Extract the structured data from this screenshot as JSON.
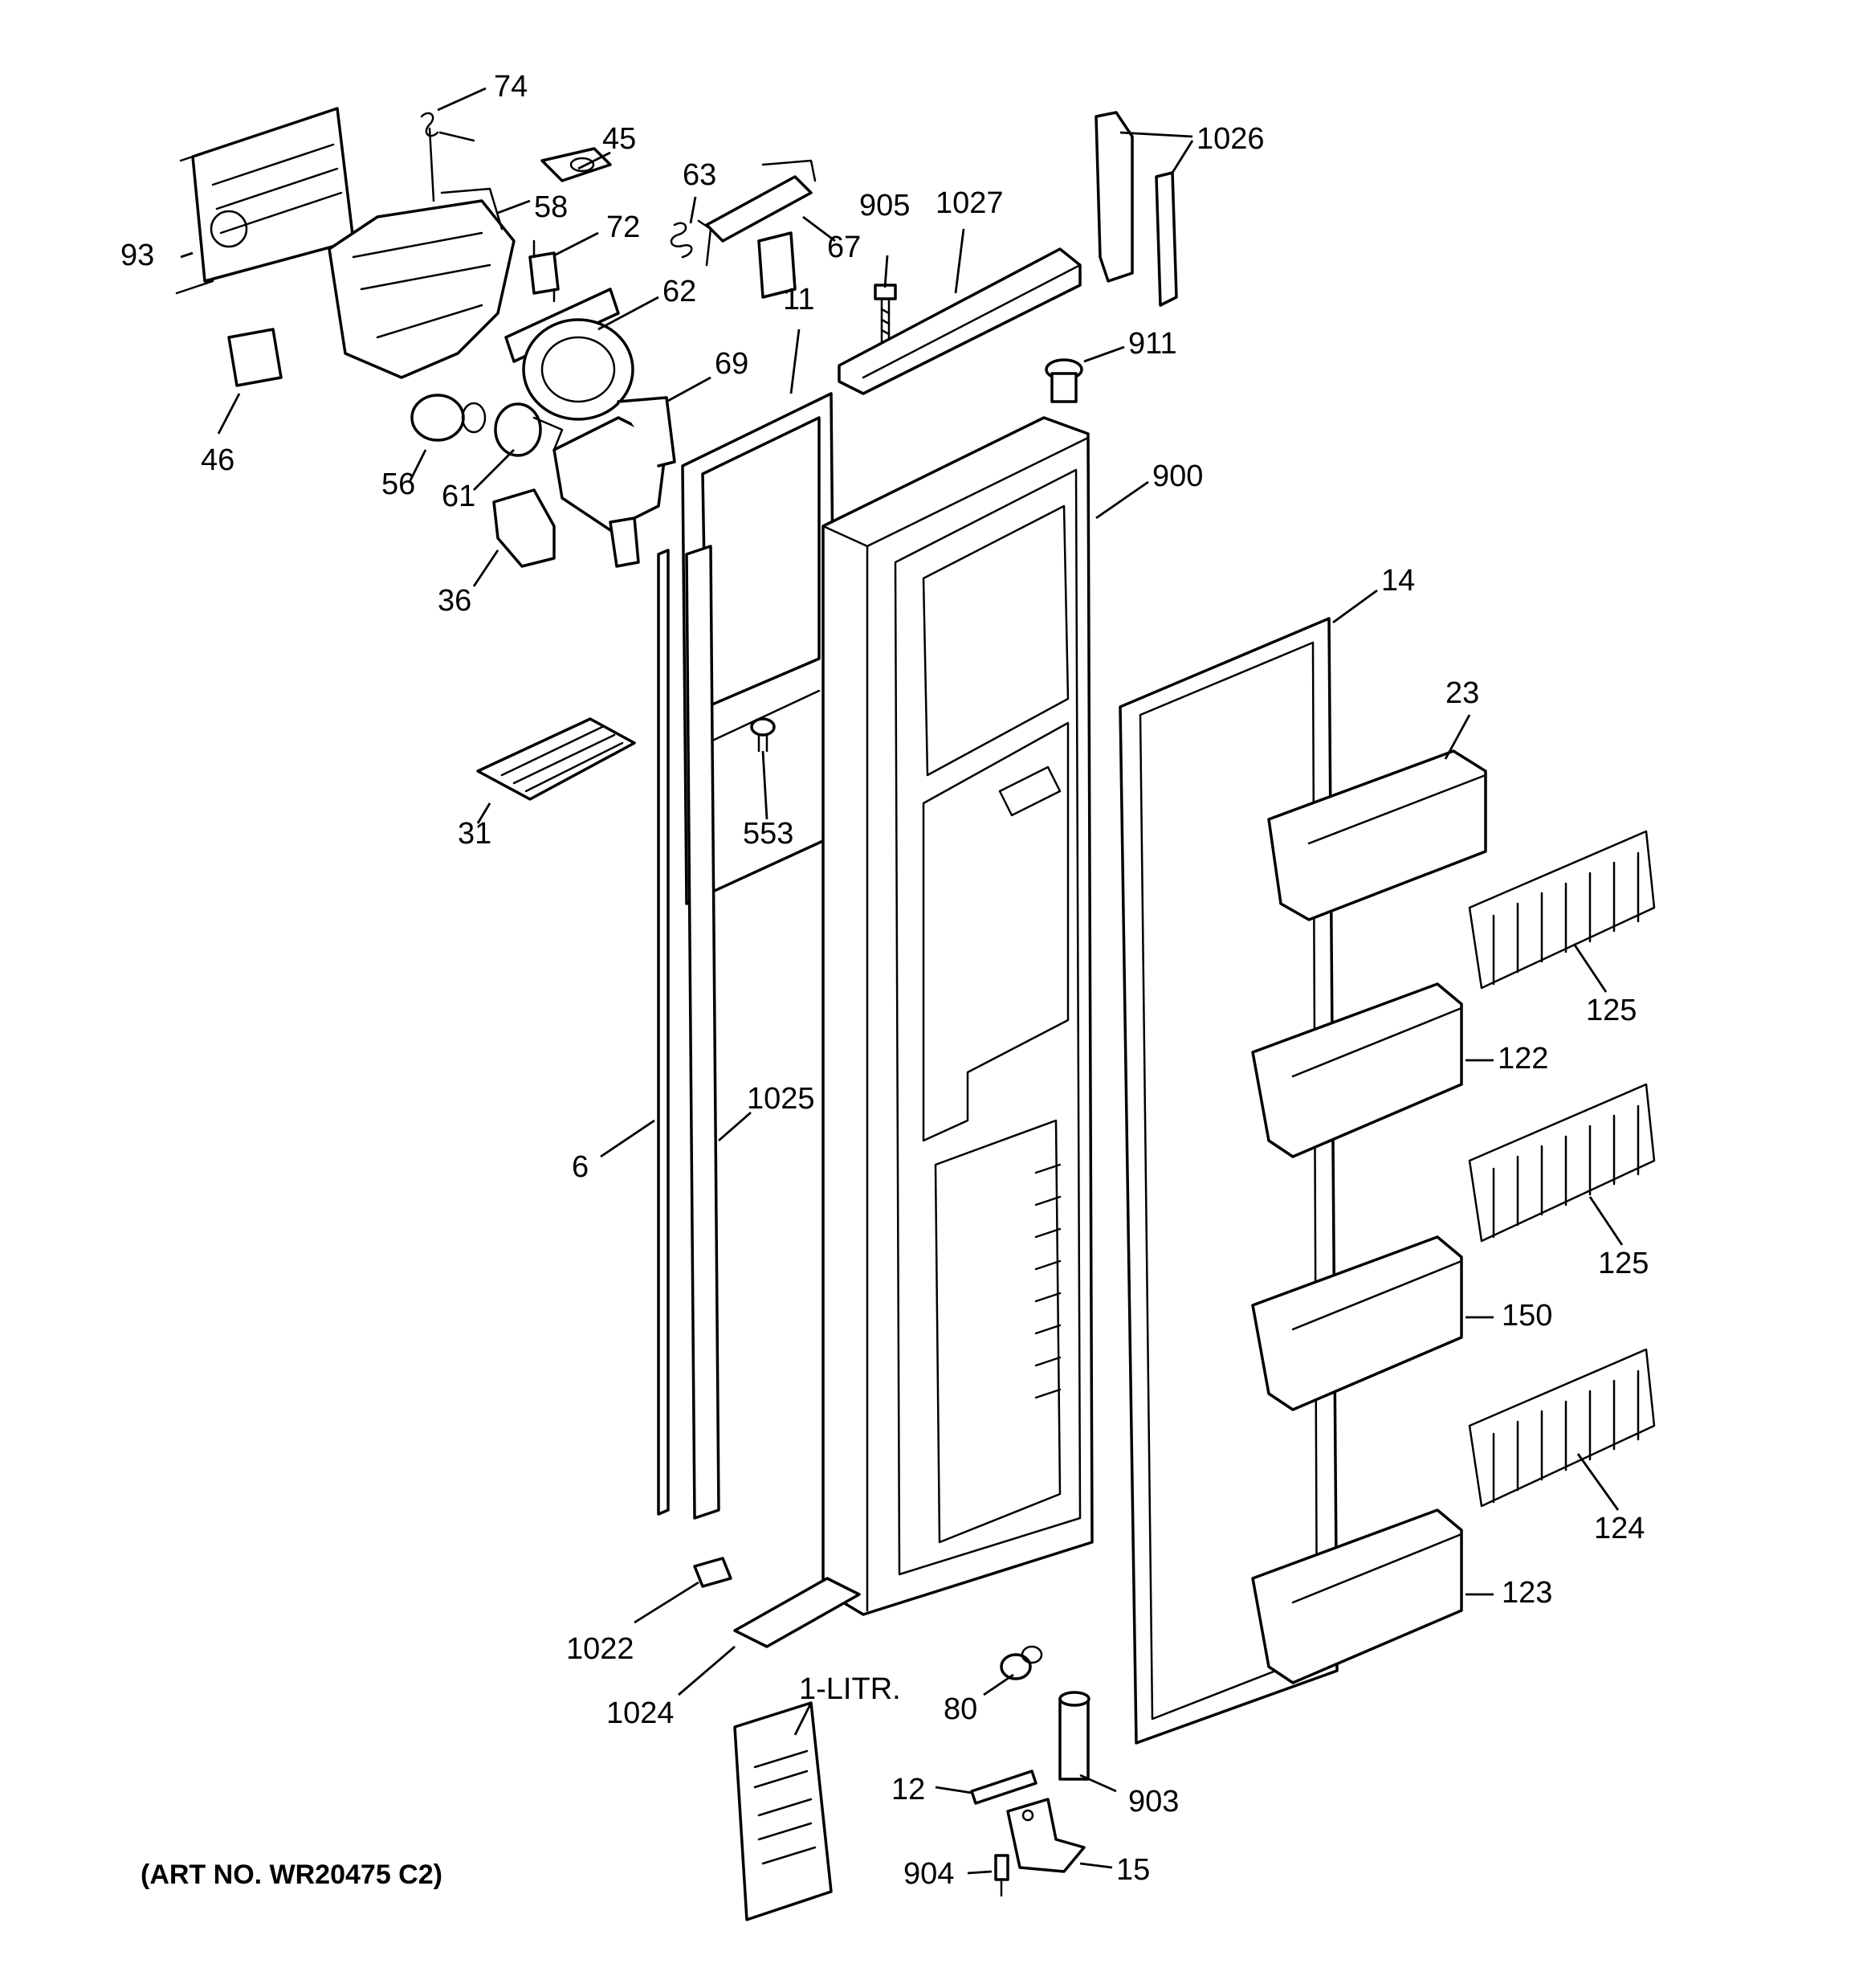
{
  "diagram": {
    "art_number": "(ART NO. WR20475 C2)",
    "callouts": {
      "c74": "74",
      "c45": "45",
      "c58": "58",
      "c72": "72",
      "c63": "63",
      "c67": "67",
      "c905": "905",
      "c1027": "1027",
      "c1026": "1026",
      "c93": "93",
      "c62": "62",
      "c11": "11",
      "c911": "911",
      "c46": "46",
      "c69": "69",
      "c56": "56",
      "c61": "61",
      "c900": "900",
      "c36": "36",
      "c14": "14",
      "c23": "23",
      "c31": "31",
      "c553": "553",
      "c125a": "125",
      "c122": "122",
      "c1025": "1025",
      "c6": "6",
      "c125b": "125",
      "c150": "150",
      "c124": "124",
      "c123": "123",
      "c1022": "1022",
      "c1024": "1024",
      "c1litr": "1-LITR.",
      "c80": "80",
      "c12": "12",
      "c903": "903",
      "c904": "904",
      "c15": "15"
    }
  }
}
